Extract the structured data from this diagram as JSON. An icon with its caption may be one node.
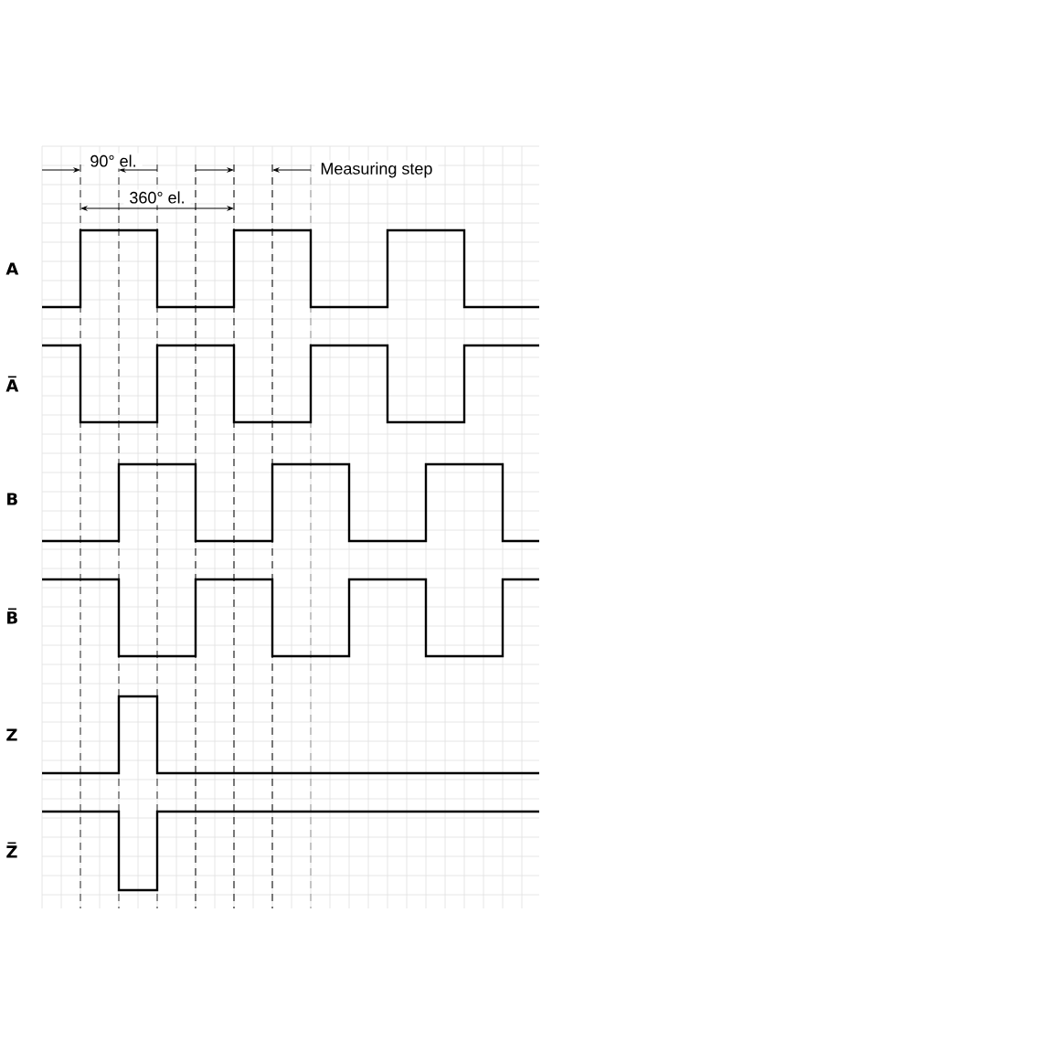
{
  "diagram": {
    "labels": [
      "90° el.",
      "Measuring step",
      "360° el.",
      "A",
      "A̅",
      "B",
      "B̅",
      "Z",
      "Z̅"
    ]
  }
}
